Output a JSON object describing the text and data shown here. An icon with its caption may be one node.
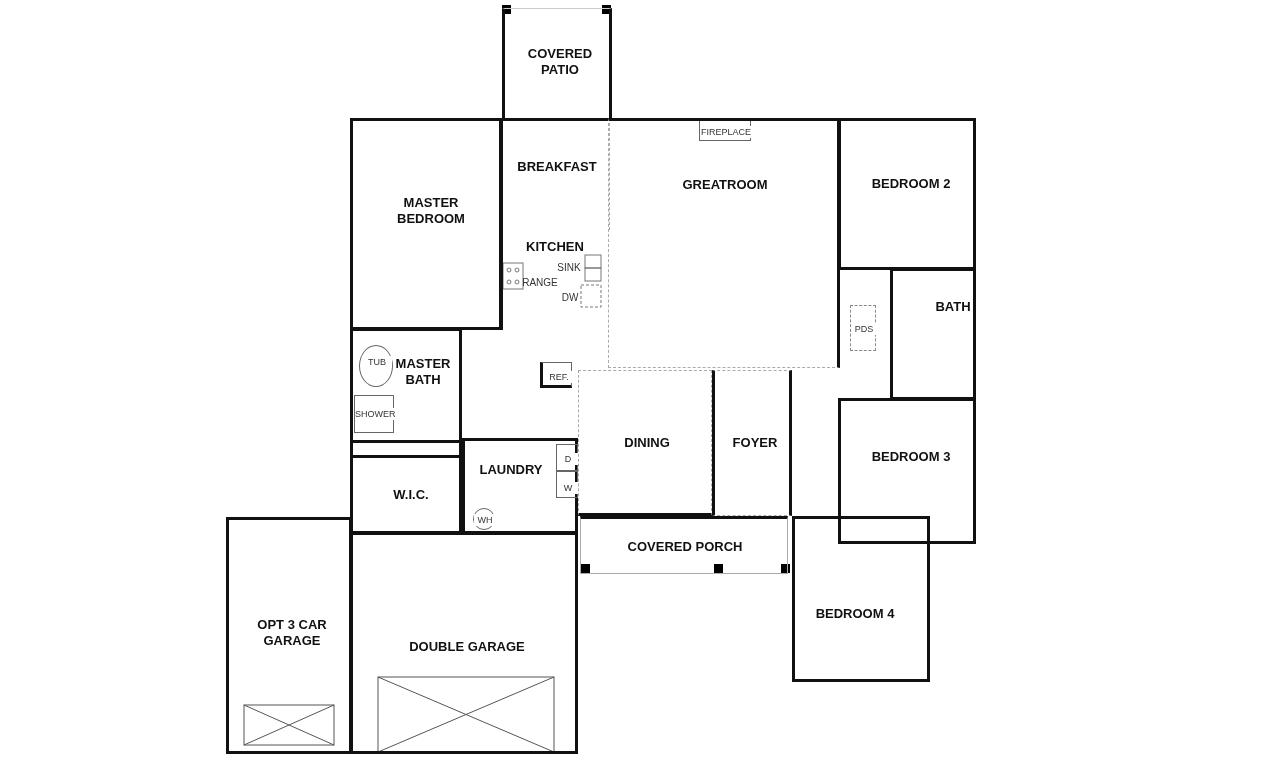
{
  "diagram": {
    "nodes": [
      {
        "text": [
          "COVERED PATIO"
        ]
      },
      {
        "text": [
          "MASTER BEDROOM"
        ]
      },
      {
        "text": [
          "BREAKFAST"
        ]
      },
      {
        "text": [
          "GREATROOM"
        ]
      },
      {
        "text": [
          "FIREPLACE"
        ],
        "in": 3
      },
      {
        "text": [
          "BEDROOM 2"
        ]
      },
      {
        "text": [
          "KITCHEN"
        ]
      },
      {
        "text": [
          "BATH"
        ]
      },
      {
        "text": [
          "PDS"
        ]
      },
      {
        "text": [
          "MASTER BATH"
        ]
      },
      {
        "text": [
          "TUB"
        ],
        "in": 9
      },
      {
        "text": [
          "REF."
        ]
      },
      {
        "text": [
          "SHOWER"
        ],
        "in": 9
      },
      {
        "text": [
          "DINING"
        ]
      },
      {
        "text": [
          "FOYER"
        ]
      },
      {
        "text": [
          "BEDROOM 3"
        ]
      },
      {
        "text": [
          "LAUNDRY"
        ]
      },
      {
        "text": [
          "D"
        ],
        "in": 16
      },
      {
        "text": [
          "W"
        ],
        "in": 16
      },
      {
        "text": [
          "W.I.C."
        ]
      },
      {
        "text": [
          "WH"
        ],
        "in": 16
      },
      {
        "text": [
          "COVERED PORCH"
        ]
      },
      {
        "text": [
          "BEDROOM 4"
        ]
      },
      {
        "text": [
          "OPT 3 CAR GARAGE"
        ]
      },
      {
        "text": [
          "DOUBLE GARAGE"
        ]
      }
    ],
    "labels": [
      "SINK",
      "RANGE",
      "DW"
    ]
  }
}
